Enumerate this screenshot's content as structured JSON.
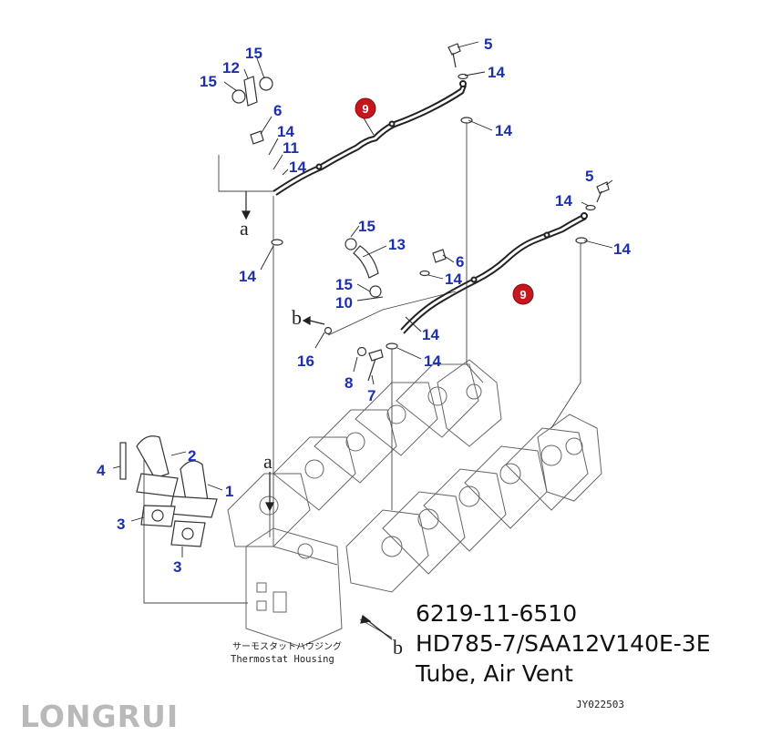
{
  "callouts": {
    "c5a": "5",
    "c14a": "14",
    "c14b": "14",
    "c15a": "15",
    "c12": "12",
    "c15b": "15",
    "c6a": "6",
    "c14c": "14",
    "c11": "11",
    "c14d": "14",
    "c9a": "9",
    "c5b": "5",
    "c14e": "14",
    "c14f": "14",
    "c15c": "15",
    "c13": "13",
    "c6b": "6",
    "c14g": "14",
    "c9b": "9",
    "c14h": "14",
    "c15d": "15",
    "c10": "10",
    "c14i": "14",
    "c14j": "14",
    "c16": "16",
    "c8": "8",
    "c7": "7",
    "c4": "4",
    "c2": "2",
    "c1": "1",
    "c3a": "3",
    "c3b": "3"
  },
  "letters": {
    "a_top": "a",
    "a_bottom": "a",
    "b_left": "b",
    "b_bottom": "b"
  },
  "thermostat": {
    "ja": "サーモスタットハウジング",
    "en": "Thermostat Housing"
  },
  "part_info": {
    "part_number": "6219-11-6510",
    "model": "HD785-7/SAA12V140E-3E",
    "description": "Tube, Air Vent"
  },
  "drawing_code": "JY022503",
  "brand": "LONGRUI",
  "colors": {
    "callout_blue": "#1c2fb0",
    "callout_red": "#c8161d",
    "line": "#333333",
    "brand_gray": "#b9b9b9"
  }
}
